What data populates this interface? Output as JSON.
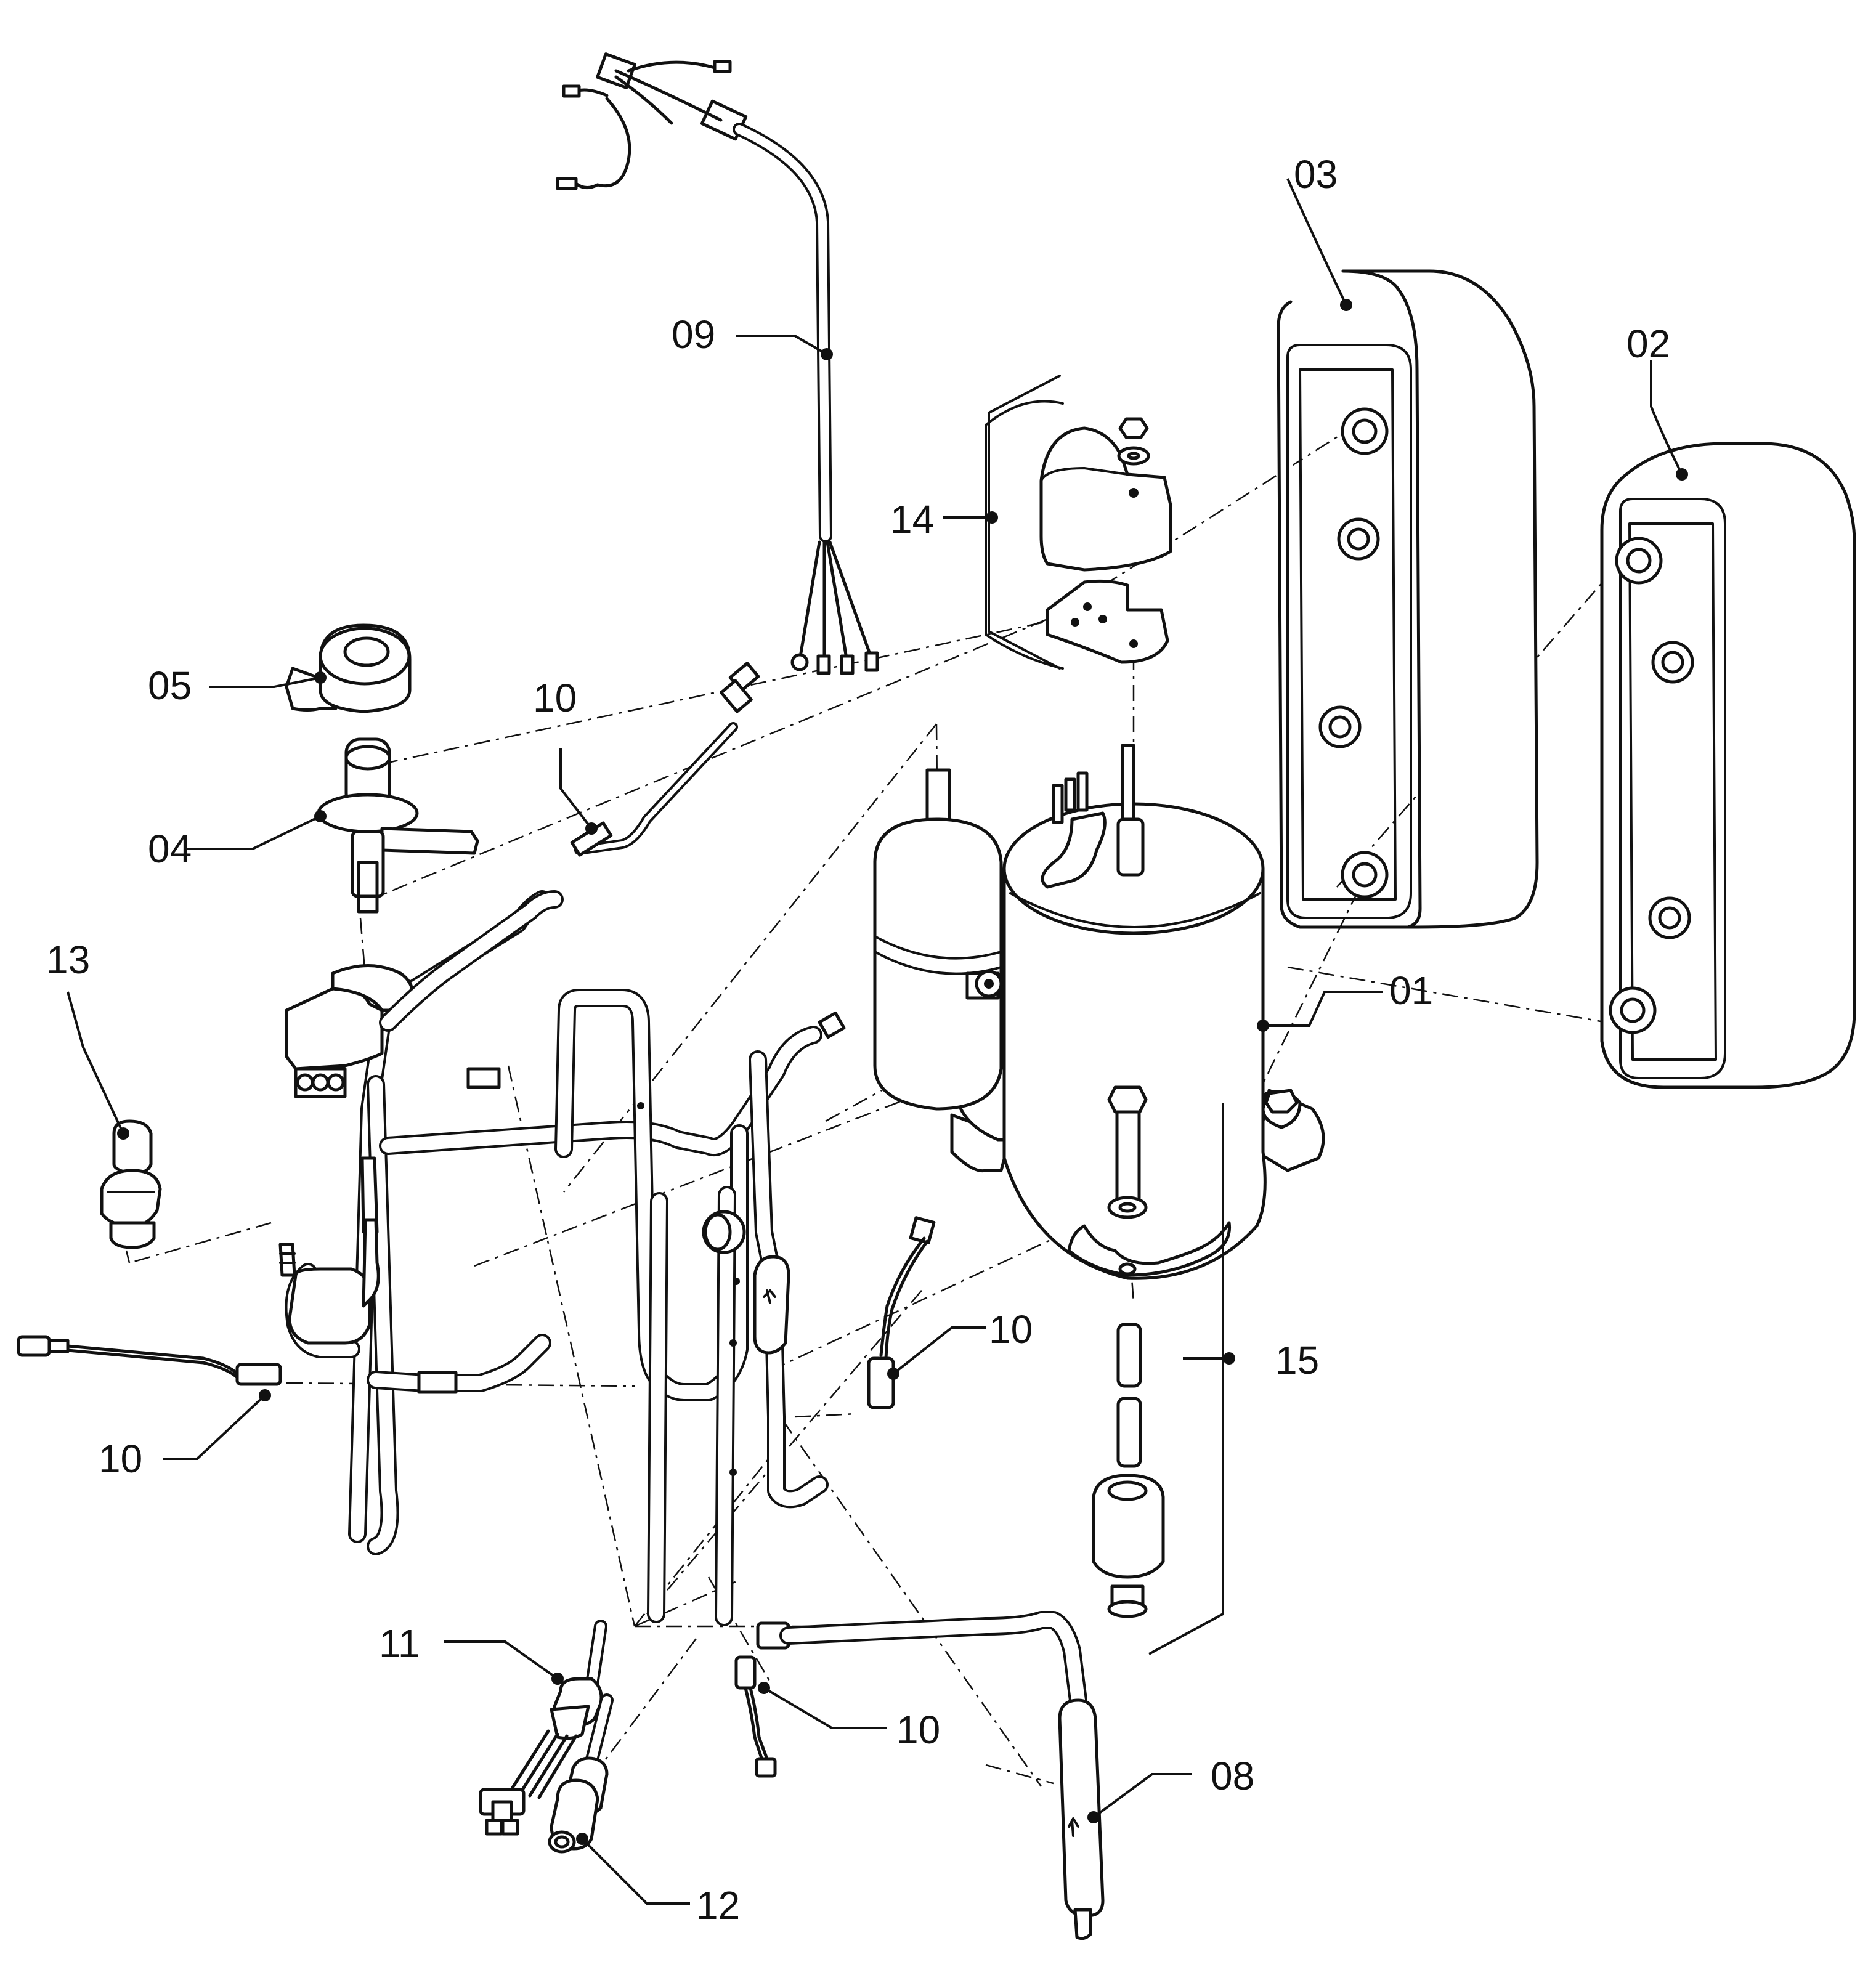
{
  "callouts": {
    "c01": "01",
    "c02": "02",
    "c03": "03",
    "c04": "04",
    "c05": "05",
    "c08": "08",
    "c09": "09",
    "c10a": "10",
    "c10b": "10",
    "c10c": "10",
    "c10d": "10",
    "c11": "11",
    "c12": "12",
    "c13": "13",
    "c14": "14",
    "c15": "15"
  }
}
